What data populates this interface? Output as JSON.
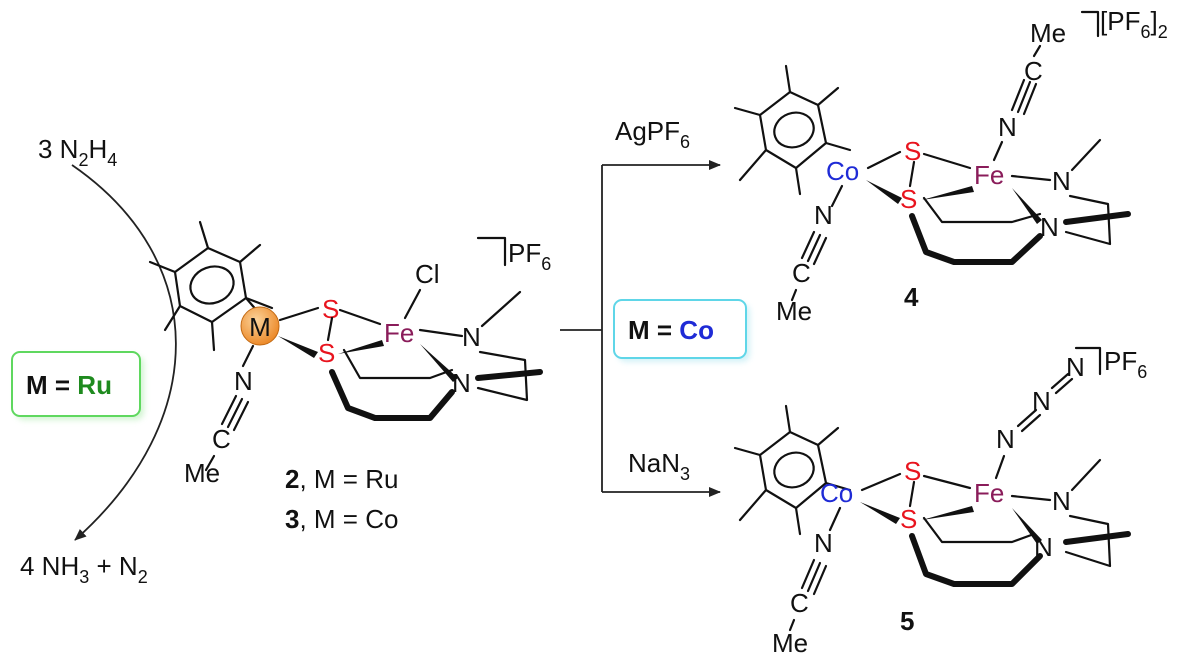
{
  "reagents": {
    "n2h4_coef": "3 N",
    "n2h4_sub1": "2",
    "n2h4_h": "H",
    "n2h4_sub2": "4",
    "nh3_prefix": "4 NH",
    "nh3_sub": "3",
    "plus_n2": " + N",
    "n2_sub": "2",
    "agpf6": "AgPF",
    "agpf6_sub": "6",
    "nan3": "NaN",
    "nan3_sub": "3"
  },
  "labels": {
    "m_ru_prefix": "M = ",
    "m_ru_metal": "Ru",
    "m_co_prefix": "M = ",
    "m_co_metal": "Co",
    "cmpd2_num": "2",
    "cmpd2_rest": ", M = Ru",
    "cmpd3_num": "3",
    "cmpd3_rest": ", M = Co",
    "cmpd4": "4",
    "cmpd5": "5"
  },
  "atoms": {
    "M": "M",
    "S": "S",
    "Fe": "Fe",
    "Co": "Co",
    "N": "N",
    "Cl": "Cl",
    "C": "C",
    "Me": "Me"
  },
  "counterions": {
    "pf6": "PF",
    "pf6_sub": "6",
    "pf6_2": "[PF",
    "pf6_2_sub6": "6",
    "pf6_2_close": "]",
    "pf6_2_sub2": "2"
  },
  "colors": {
    "sulfur": "#e8141e",
    "iron": "#8a1c5a",
    "cobalt": "#1f2bd6",
    "ruthenium": "#1e8a1e",
    "metal_sphere": "#f29a38",
    "ru_box_border": "#5fd85f",
    "co_box_border": "#5fd6e8"
  }
}
